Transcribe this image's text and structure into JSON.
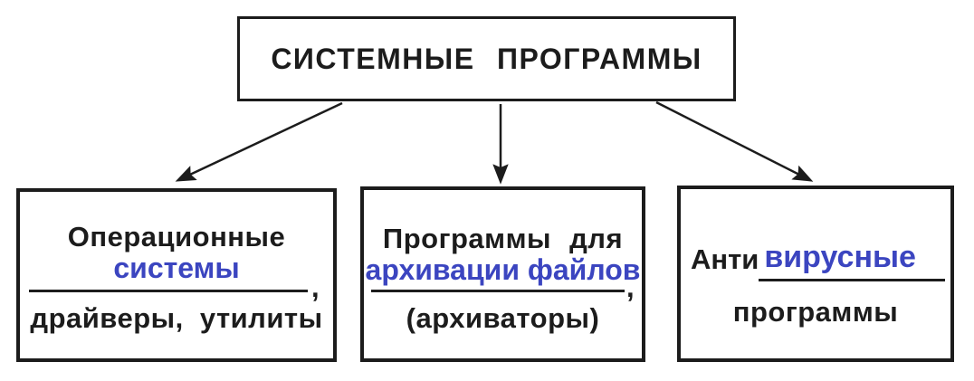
{
  "colors": {
    "ink": "#1c1c1c",
    "answer_blue": "#3b45c0",
    "background": "#ffffff"
  },
  "root": {
    "label": "СИСТЕМНЫЕ ПРОГРАММЫ"
  },
  "boxes": [
    {
      "name": "operating-systems",
      "line1": "Операционные",
      "answer": "системы",
      "after_blank": ",",
      "line3": "драйверы, утилиты"
    },
    {
      "name": "file-archiving-programs",
      "line1": "Программы для",
      "answer": "архивации файлов",
      "after_blank": ",",
      "line3": "(архиваторы)"
    },
    {
      "name": "antivirus-programs",
      "prefix": "Анти",
      "answer": "вирусные",
      "line2": "программы"
    }
  ]
}
